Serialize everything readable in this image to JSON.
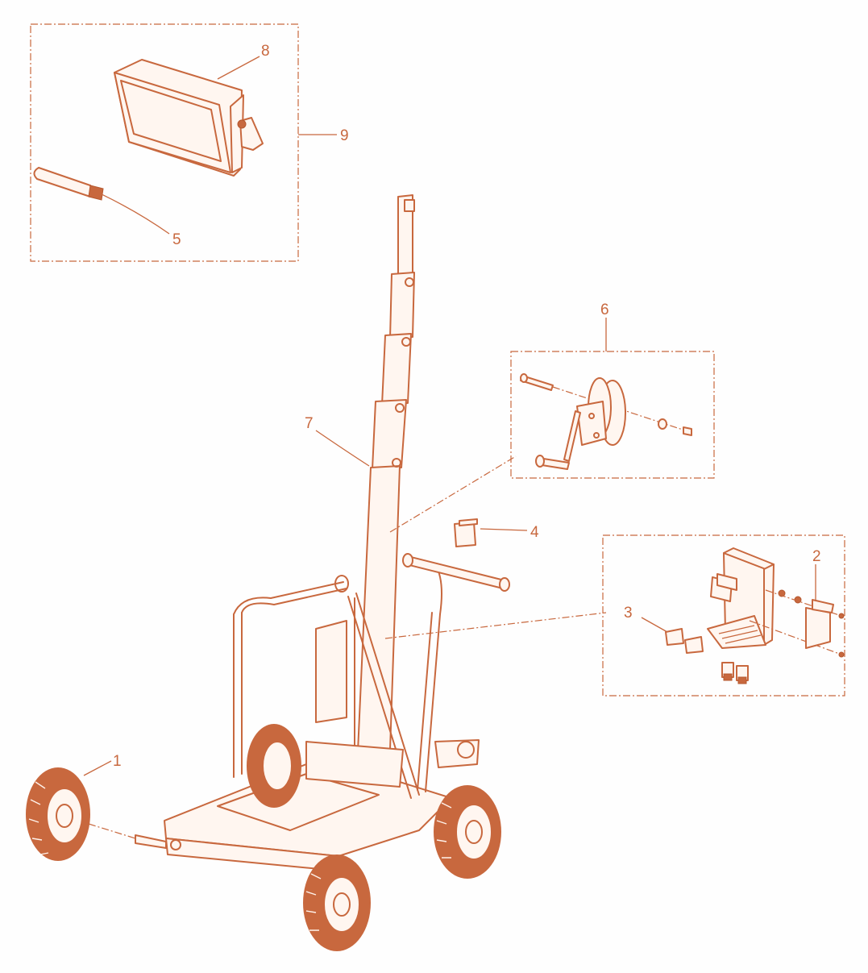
{
  "colors": {
    "line": "#c8683e",
    "background": "#ffffff",
    "tire": "#c8683e"
  },
  "callouts": [
    {
      "id": "c1",
      "label": "1"
    },
    {
      "id": "c2",
      "label": "2"
    },
    {
      "id": "c3",
      "label": "3"
    },
    {
      "id": "c4",
      "label": "4"
    },
    {
      "id": "c5",
      "label": "5"
    },
    {
      "id": "c6",
      "label": "6"
    },
    {
      "id": "c7",
      "label": "7"
    },
    {
      "id": "c8",
      "label": "8"
    },
    {
      "id": "c9",
      "label": "9"
    }
  ]
}
